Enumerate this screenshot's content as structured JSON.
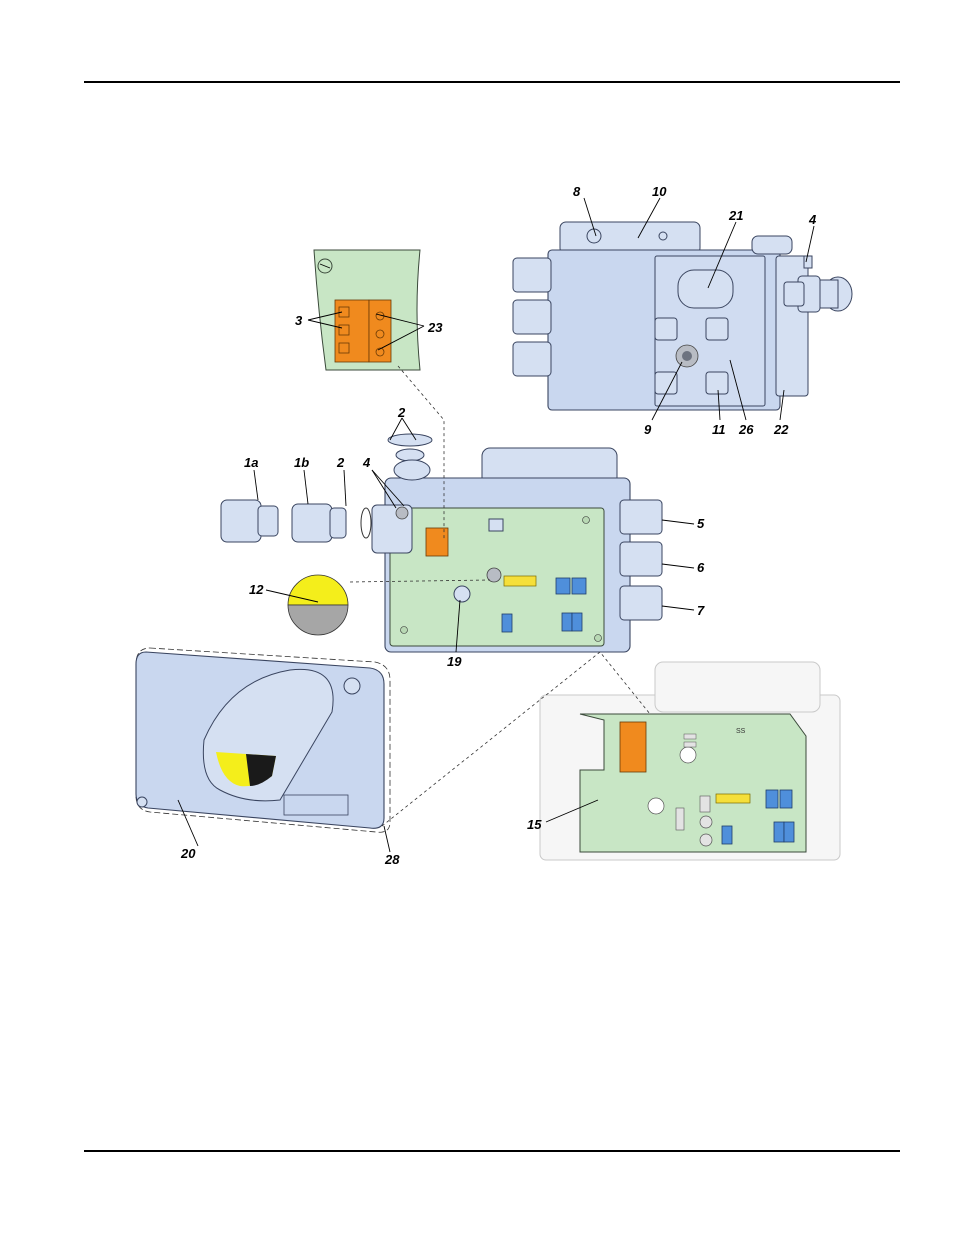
{
  "labels": {
    "l8": "8",
    "l10": "10",
    "l21": "21",
    "l4_top": "4",
    "l3": "3",
    "l23": "23",
    "l9": "9",
    "l11": "11",
    "l26": "26",
    "l22": "22",
    "l2_top": "2",
    "l1a": "1a",
    "l1b": "1b",
    "l2_mid": "2",
    "l4_mid": "4",
    "l5": "5",
    "l6": "6",
    "l7": "7",
    "l12": "12",
    "l19": "19",
    "l20": "20",
    "l28": "28",
    "l15": "15"
  },
  "pcb_text": {
    "ss": "SS"
  },
  "colors": {
    "housing": "#c9d7ef",
    "pcb": "#c8e6c5",
    "terminal": "#f08a1e",
    "jumper": "#4f8fdb",
    "indicator_yellow": "#f4ee1b",
    "indicator_gray": "#a6a6a6",
    "indicator_black": "#1a1a1a"
  }
}
